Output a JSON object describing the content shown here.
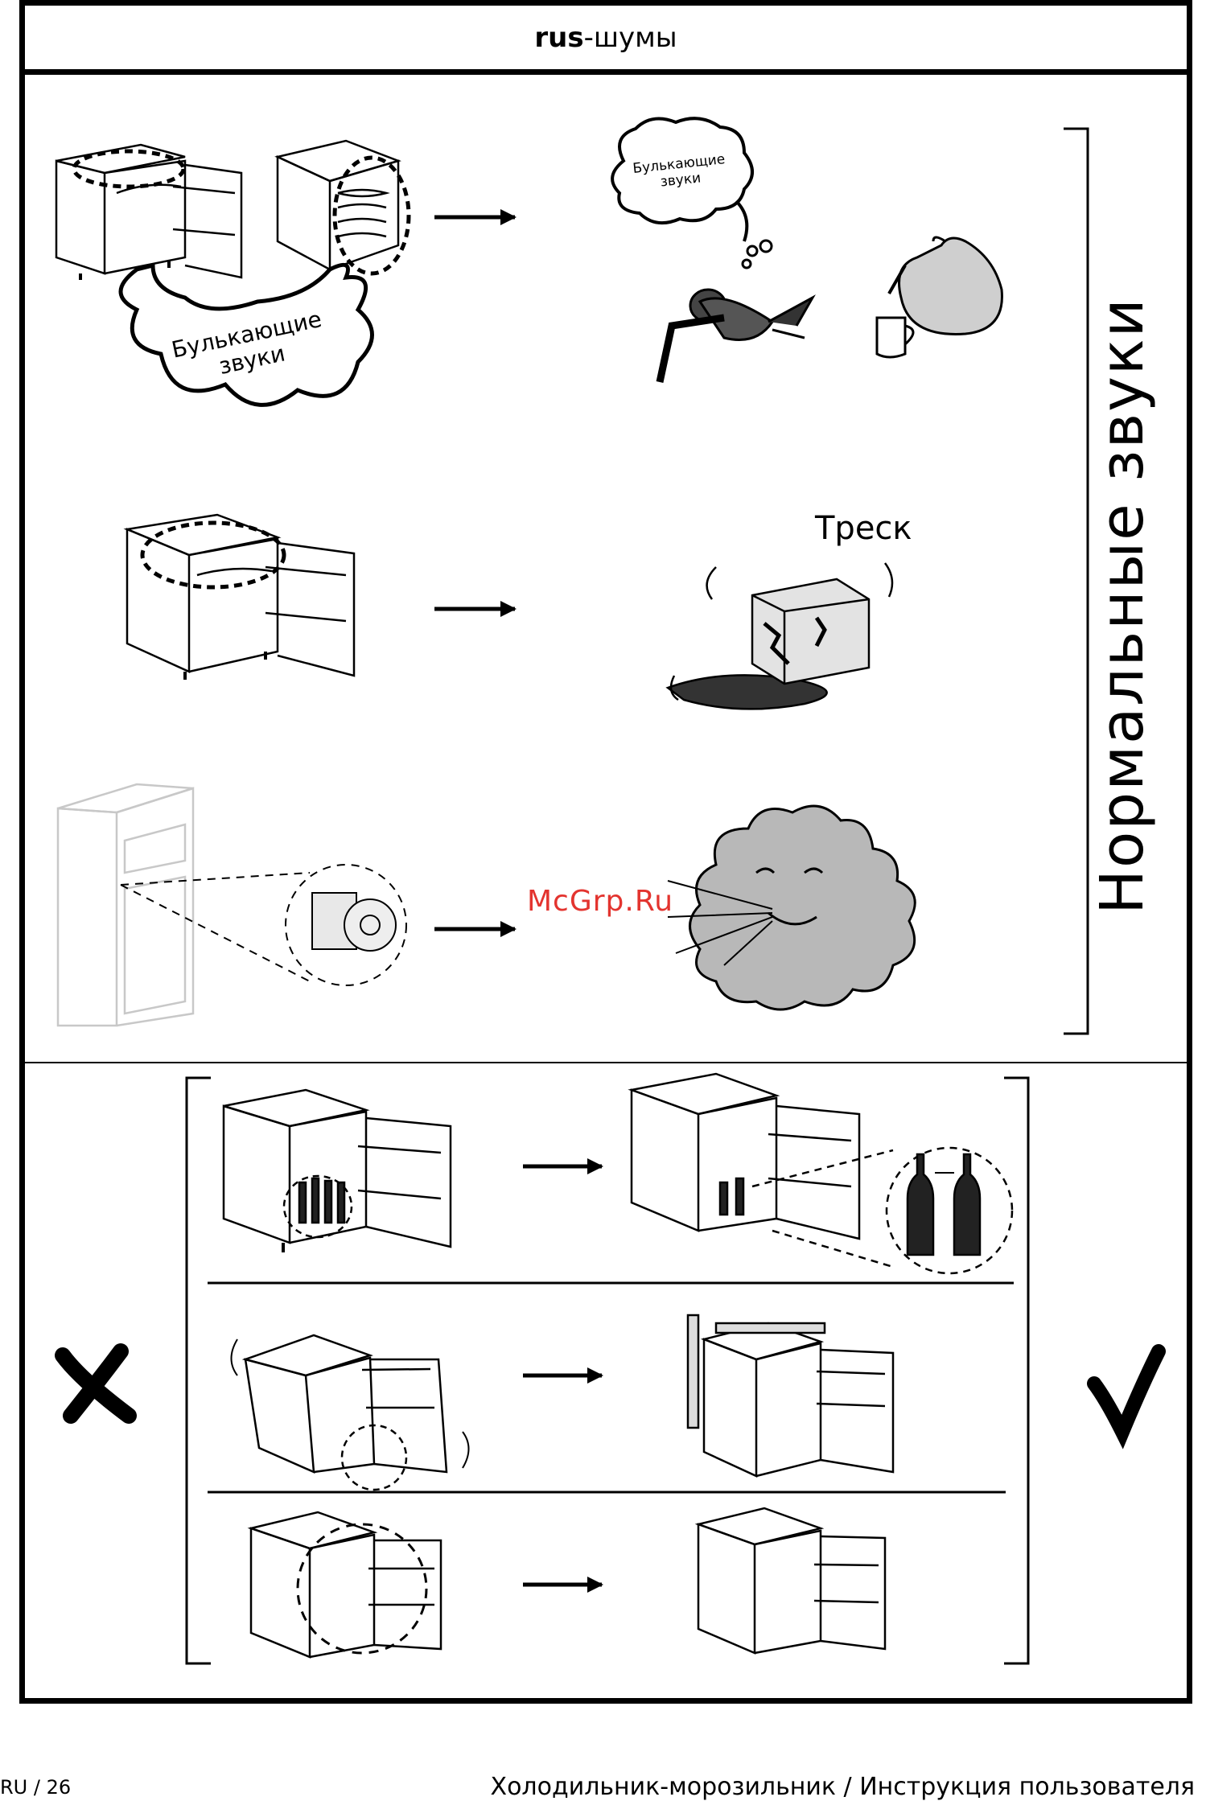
{
  "header": {
    "prefix": "rus",
    "suffix": "-шумы"
  },
  "side_label": "Нормальные звуки",
  "bubble_large": {
    "line1": "Булькающие",
    "line2": "звуки"
  },
  "bubble_small": {
    "line1": "Булькающие",
    "line2": "звуки"
  },
  "crack_label": "Треск",
  "watermark": "McGrp.Ru",
  "footer": {
    "page": "RU / 26",
    "title": "Холодильник-морозильник / Инструкция пользователя"
  },
  "icons": {
    "incorrect": "cross-mark-icon",
    "correct": "check-mark-icon",
    "arrow": "arrow-right-icon"
  },
  "colors": {
    "ink": "#000000",
    "watermark": "#e3342f"
  }
}
